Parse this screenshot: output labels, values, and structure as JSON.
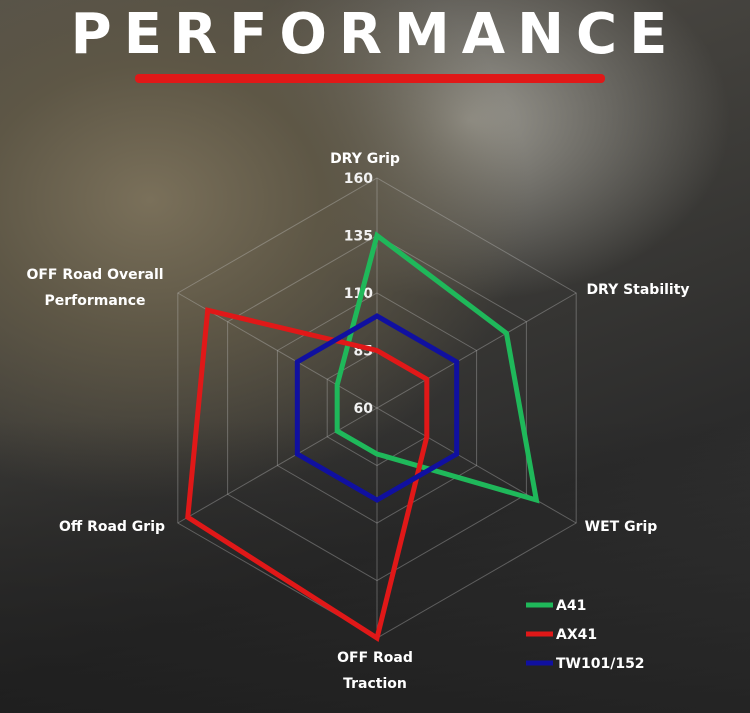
{
  "header": {
    "title": "PERFORMANCE"
  },
  "chart_data": {
    "type": "radar",
    "title": "PERFORMANCE",
    "axes": [
      "DRY Grip",
      "DRY Stability",
      "WET Grip",
      "OFF Road Traction",
      "Off Road Grip",
      "OFF Road Overall Performance"
    ],
    "axis_label_lines": [
      [
        "DRY Grip"
      ],
      [
        "DRY Stability"
      ],
      [
        "WET Grip"
      ],
      [
        "OFF Road",
        "Traction"
      ],
      [
        "Off Road Grip"
      ],
      [
        "OFF Road Overall",
        "Performance"
      ]
    ],
    "range": [
      60,
      160
    ],
    "ticks": [
      60,
      85,
      110,
      135,
      160
    ],
    "grid": true,
    "legend_position": "bottom-right",
    "series": [
      {
        "name": "A41",
        "color": "#1fb85a",
        "values": [
          135,
          125,
          140,
          80,
          80,
          80
        ]
      },
      {
        "name": "AX41",
        "color": "#e01818",
        "values": [
          85,
          85,
          85,
          160,
          155,
          145
        ]
      },
      {
        "name": "TW101/152",
        "color": "#1010a0",
        "values": [
          100,
          100,
          100,
          100,
          100,
          100
        ]
      }
    ]
  }
}
